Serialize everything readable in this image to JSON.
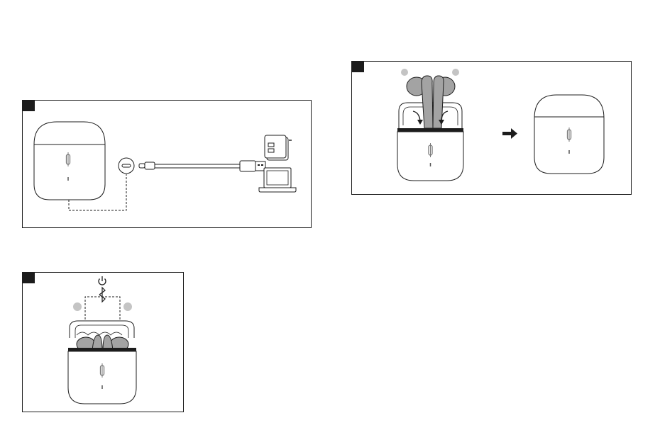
{
  "panels": [
    {
      "name": "charging-step",
      "badge": "",
      "description_visible": false
    },
    {
      "name": "pairing-step",
      "badge": "",
      "description_visible": false
    },
    {
      "name": "store-step",
      "badge": "",
      "description_visible": false
    }
  ],
  "icons": {
    "power": "power-icon",
    "bluetooth": "bluetooth-icon",
    "arrow": "arrow-right-icon",
    "usb_c_port": "usb-c-port-icon",
    "wall_charger": "wall-charger-icon",
    "laptop": "laptop-icon",
    "brand_logo": "brand-logo-icon"
  },
  "colors": {
    "line": "#1c1c1c",
    "earbud": "#a3a3a3",
    "indicator": "#c4c4c4",
    "background": "#ffffff"
  }
}
